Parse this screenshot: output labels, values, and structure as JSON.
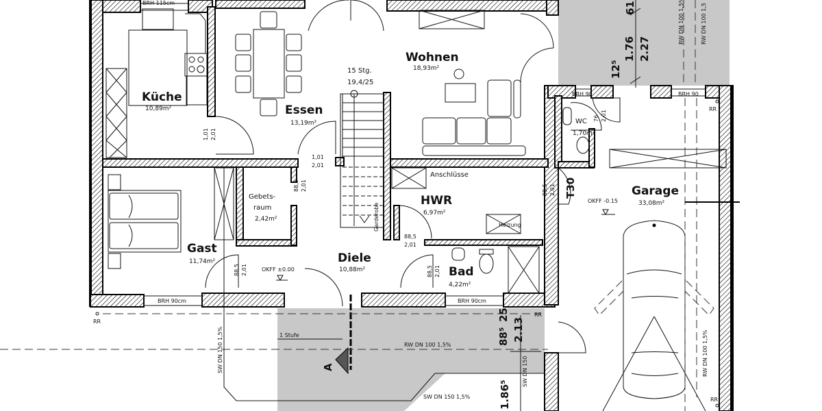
{
  "rooms": {
    "kueche": {
      "name": "Küche",
      "area": "10,89m²"
    },
    "essen": {
      "name": "Essen",
      "area": "13,19m²"
    },
    "wohnen": {
      "name": "Wohnen",
      "area": "18,93m²"
    },
    "wc": {
      "name": "WC",
      "area": "1,70m²"
    },
    "garage": {
      "name": "Garage",
      "area": "33,08m²"
    },
    "gast": {
      "name": "Gast",
      "area": "11,74m²"
    },
    "gebetsraum": {
      "name_line1": "Gebets-",
      "name_line2": "raum",
      "area": "2,42m²"
    },
    "diele": {
      "name": "Diele",
      "area": "10,88m²"
    },
    "hwr": {
      "name": "HWR",
      "area": "6,97m²"
    },
    "bad": {
      "name": "Bad",
      "area": "4,22m²"
    }
  },
  "stairs": {
    "steps": "15 Stg.",
    "ratio": "19,4/25",
    "garderobe": "Garderobe"
  },
  "windows": {
    "kueche": "BRH 115cm",
    "wc": "BRH 90",
    "garage": "BRH 90",
    "gast": "BRH 90cm",
    "bad": "BRH 90cm"
  },
  "labels": {
    "anschluesse": "Anschlüsse",
    "heizung": "Heizung",
    "stufe": "1 Stufe",
    "okff_main": "OKFF ±0.00",
    "okff_garage": "OKFF -0.15",
    "t30": "T30",
    "section": "A",
    "rr": "RR"
  },
  "pipes": {
    "rw_top1": "RW DN 100 1,5%",
    "rw_top2": "RW DN 100 1,5",
    "rw_garage": "RW DN 100 1,5%",
    "rw_front": "RW DN 100 1,5%",
    "sw_left": "SW DN 150 1,5%",
    "sw_front": "SW DN 150 1,5%",
    "sw_vert": "SW DN 150"
  },
  "door_dims": {
    "kueche": {
      "w": "1,01",
      "h": "2,01"
    },
    "essen": {
      "w": "1,01",
      "h": "2,01"
    },
    "gebetsraum": {
      "w": "88,5",
      "h": "2,01"
    },
    "gast": {
      "w": "88,5",
      "h": "2,01"
    },
    "hwr": {
      "w": "88,5",
      "h": "2,01"
    },
    "bad": {
      "w": "88,5",
      "h": "2,01"
    },
    "garage": {
      "w": "88,5",
      "h": "2,01"
    },
    "wc": {
      "w": "76",
      "h": "2,01"
    }
  },
  "dimensions": {
    "d61": "61",
    "d176": "1.76",
    "d227": "2.27",
    "d125": "12⁵",
    "d885": "88⁵",
    "d25": "25",
    "d213": "2.13",
    "d1865": "1.86⁵"
  }
}
